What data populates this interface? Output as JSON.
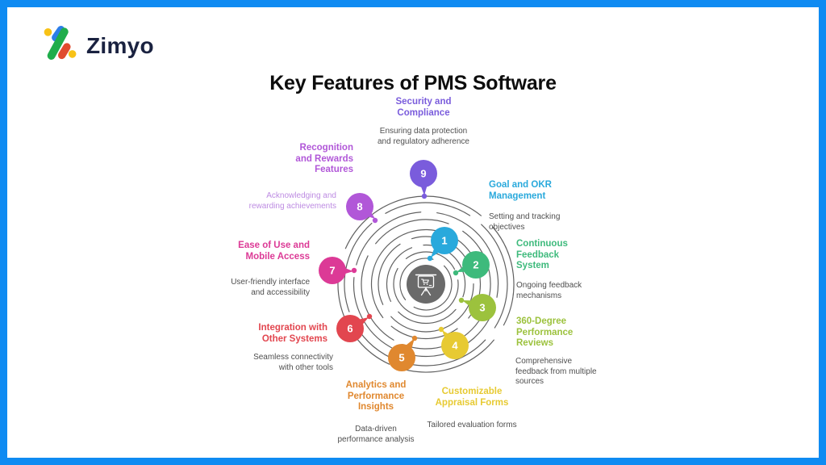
{
  "frame": {
    "border_color": "#0f8bf2"
  },
  "logo": {
    "brand": "Zimyo"
  },
  "header": {
    "title": "Key Features of PMS Software"
  },
  "diagram": {
    "center": {
      "icon": "presentation-board-icon",
      "color": "#6a6a6a",
      "spiral_color": "#4b4b4b"
    },
    "text": {
      "description_color": "#4f4f4f"
    },
    "features": [
      {
        "number": "1",
        "title": "Goal and OKR\nManagement",
        "description": "Setting and tracking\nobjectives",
        "color": "#29a9dc"
      },
      {
        "number": "2",
        "title": "Continuous\nFeedback\nSystem",
        "description": "Ongoing feedback\nmechanisms",
        "color": "#3eba7c"
      },
      {
        "number": "3",
        "title": "360-Degree\nPerformance\nReviews",
        "description": "Comprehensive\nfeedback from multiple\nsources",
        "color": "#9cc23d"
      },
      {
        "number": "4",
        "title": "Customizable\nAppraisal Forms",
        "description": "Tailored evaluation forms",
        "color": "#e7ca32"
      },
      {
        "number": "5",
        "title": "Analytics and\nPerformance\nInsights",
        "description": "Data-driven\nperformance analysis",
        "color": "#e0882f"
      },
      {
        "number": "6",
        "title": "Integration with\nOther Systems",
        "description": "Seamless connectivity\nwith other tools",
        "color": "#e2464f"
      },
      {
        "number": "7",
        "title": "Ease of Use and\nMobile Access",
        "description": "User-friendly interface\nand accessibility",
        "color": "#dc3a96"
      },
      {
        "number": "8",
        "title": "Recognition\nand Rewards\nFeatures",
        "description": "Acknowledging and\nrewarding achievements",
        "color": "#b157d8",
        "description_color": "#bd8be2"
      },
      {
        "number": "9",
        "title": "Security and\nCompliance",
        "description": "Ensuring data protection\nand regulatory adherence",
        "color": "#7a5cdc"
      }
    ]
  }
}
